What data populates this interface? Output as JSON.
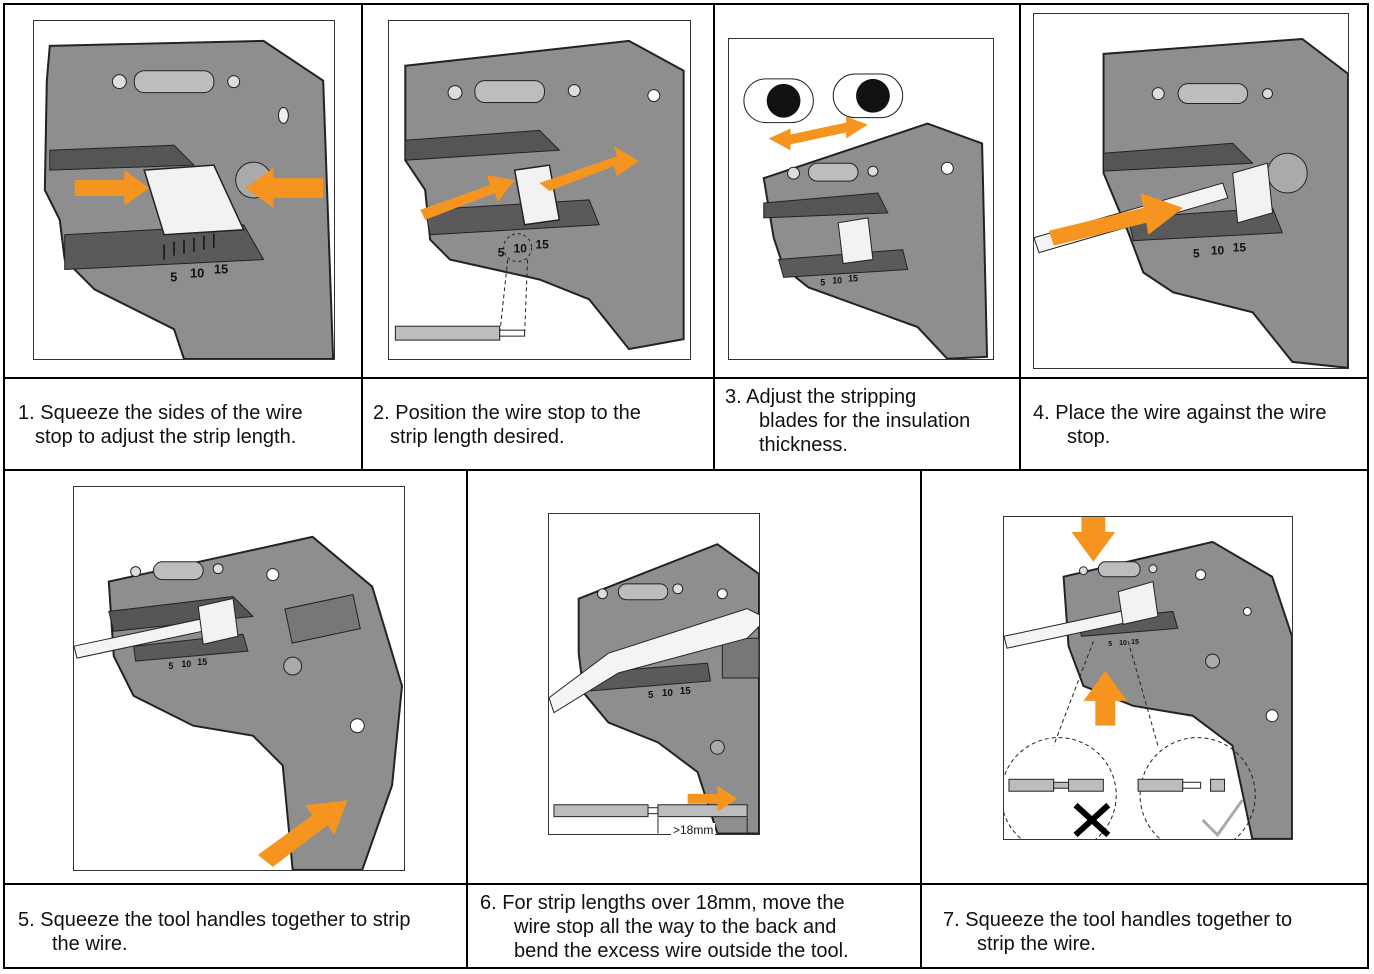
{
  "colors": {
    "arrow": "#f5941f",
    "tool": "#8c8c8c",
    "tool_dark": "#4a4a4a",
    "line": "#000000"
  },
  "steps_row1": [
    {
      "lines": [
        "1. Squeeze the sides of the wire",
        "stop to adjust the strip length."
      ]
    },
    {
      "lines": [
        "2. Position the wire stop to the",
        "strip length desired."
      ]
    },
    {
      "lines": [
        "3. Adjust the stripping",
        "blades for the insulation",
        "thickness."
      ]
    },
    {
      "lines": [
        "4. Place the wire against the wire",
        "stop."
      ]
    }
  ],
  "steps_row2": [
    {
      "lines": [
        "5. Squeeze the tool handles together to strip",
        "the wire."
      ]
    },
    {
      "lines": [
        "6. For strip lengths over 18mm, move the",
        "wire stop all the way to the back and",
        "bend the excess wire outside the tool."
      ]
    },
    {
      "lines": [
        "7. Squeeze the tool handles together to",
        "strip the wire."
      ]
    }
  ],
  "scale_labels": [
    "5",
    "10",
    "15"
  ],
  "dimension_label": ">18mm"
}
